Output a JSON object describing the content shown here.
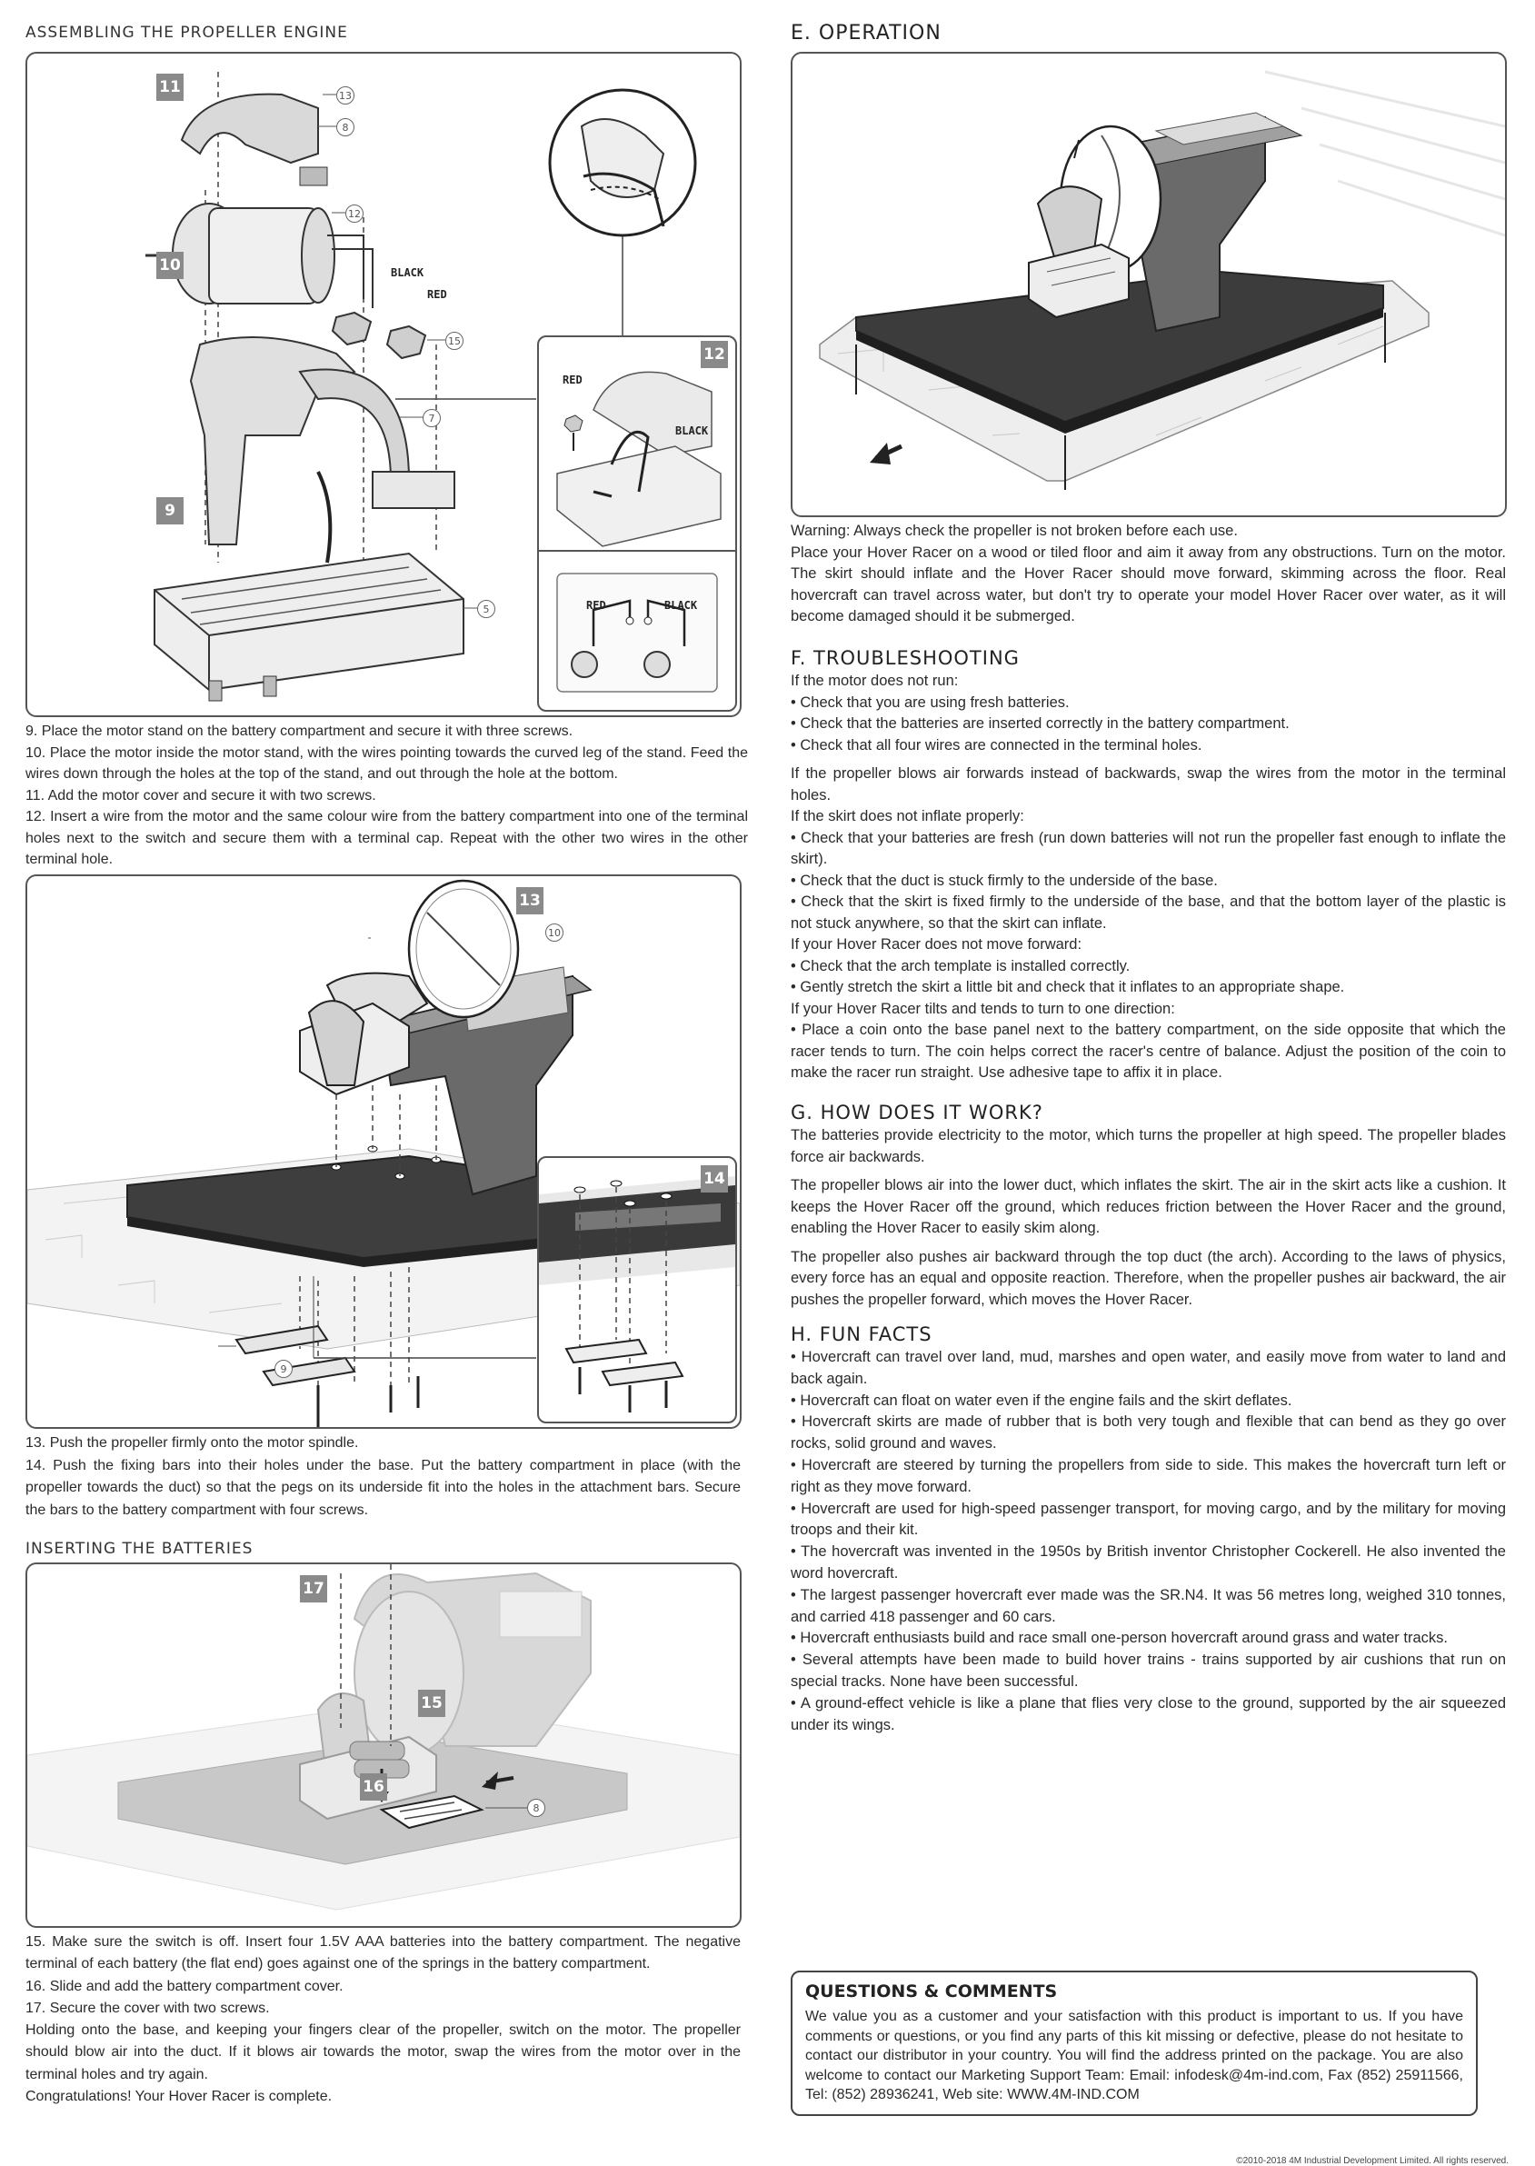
{
  "left": {
    "assembling_title": "ASSEMBLING THE PROPELLER ENGINE",
    "steps_a": [
      "9. Place the motor stand on the battery compartment and secure it with three screws.",
      "10. Place the motor inside the motor stand, with the wires pointing towards the curved leg of the stand. Feed the wires down through the holes at the top of the stand, and out through the hole at the bottom.",
      "11. Add the motor cover and secure it with two screws.",
      "12. Insert a wire from the motor and the same colour wire from the battery compartment into one of the terminal holes next to the switch and secure them with a terminal cap. Repeat with the other two wires in the other terminal hole."
    ],
    "steps_b": [
      "13. Push the propeller firmly onto the motor spindle.",
      "14. Push the fixing bars into their holes under the base. Put the battery compartment in place (with the propeller towards the duct) so that the pegs on its underside fit into the holes in the attachment bars. Secure the bars to the battery compartment with four screws."
    ],
    "inserting_title": "INSERTING THE BATTERIES",
    "steps_c": [
      "15. Make sure the switch is off. Insert four 1.5V AAA batteries into the battery compartment. The negative terminal of each battery (the flat end) goes against one of the springs in the battery compartment.",
      "16. Slide and add the battery compartment cover.",
      "17. Secure the cover with two screws.",
      "Holding onto the base, and keeping your fingers clear of the propeller, switch on the motor. The propeller should blow air into the duct. If it blows air towards the motor, swap the wires from the motor over in the terminal holes and try again.",
      "Congratulations! Your Hover Racer is complete."
    ],
    "badges": {
      "b9": "9",
      "b10": "10",
      "b11": "11",
      "b12": "12",
      "b13": "13",
      "b14": "14",
      "b15": "15",
      "b16": "16",
      "b17": "17"
    },
    "parts": {
      "p13": "13",
      "p8a": "8",
      "p12": "12",
      "p15": "15",
      "p7": "7",
      "p5": "5",
      "p10": "10",
      "p9": "9",
      "p8b": "8"
    },
    "wires": {
      "black1": "BLACK",
      "red1": "RED",
      "red2": "RED",
      "black2": "BLACK",
      "red3": "RED",
      "black3": "BLACK"
    }
  },
  "right": {
    "operation_title": "E. OPERATION",
    "operation_text": [
      "Warning: Always check the propeller is not broken before each use.",
      "Place your Hover Racer on a wood or tiled floor and aim it away from any obstructions. Turn on the motor. The skirt should inflate and the Hover Racer should move forward, skimming across the floor. Real hovercraft can travel across water, but don't try to operate your model Hover Racer over water, as it will become damaged should it be submerged."
    ],
    "trouble_title": "F. TROUBLESHOOTING",
    "trouble_text": [
      "If the motor does not run:",
      "• Check that you are using fresh batteries.",
      "• Check that the batteries are inserted correctly in the battery compartment.",
      "• Check that all four wires are connected in the terminal holes.",
      "If the propeller blows air forwards instead of backwards, swap the wires from the motor in the terminal holes.",
      "If the skirt does not inflate properly:",
      "• Check that your batteries are fresh (run down batteries will not run the propeller fast enough to inflate the skirt).",
      "• Check that the duct is stuck firmly to the underside of the base.",
      "• Check that the skirt is fixed firmly to the underside of the base, and that the bottom layer of the plastic is not stuck anywhere, so that the skirt can inflate.",
      "If your Hover Racer does not move forward:",
      "• Check that the arch template is installed correctly.",
      "• Gently stretch the skirt a little bit and check that it inflates to an appropriate shape.",
      "If your Hover Racer tilts and tends to turn to one direction:",
      "• Place a coin onto the base panel next to the battery compartment, on the side opposite that which the racer tends to turn. The coin helps correct the racer's centre of balance. Adjust the position of the coin to make the racer run straight. Use adhesive tape to affix it in place."
    ],
    "how_title": "G. HOW DOES IT WORK?",
    "how_text": [
      "The batteries provide electricity to the motor, which turns the propeller at high speed. The propeller blades force air backwards.",
      "The propeller blows air into the lower duct, which inflates the skirt. The air in the skirt acts like a cushion. It keeps the Hover Racer off the ground, which reduces friction between the Hover Racer and the ground, enabling the Hover Racer to easily skim along.",
      "The propeller also pushes air backward through the top duct (the arch). According to the laws of physics, every force has an equal and opposite reaction. Therefore, when the propeller pushes air backward, the air pushes the propeller forward, which moves the Hover Racer."
    ],
    "fun_title": "H. FUN FACTS",
    "fun_text": [
      "• Hovercraft can travel over land, mud, marshes and open water, and easily move from water to land and back again.",
      "• Hovercraft can float on water even if the engine fails and the skirt deflates.",
      "• Hovercraft skirts are made of rubber that is both very tough and flexible that can bend as they go over rocks, solid ground and waves.",
      "• Hovercraft are steered by turning the propellers from side to side. This makes the hovercraft turn left or right as they move forward.",
      "• Hovercraft are used for high-speed passenger transport, for moving cargo, and by the military for moving troops and their kit.",
      "• The hovercraft was invented in the 1950s by British inventor Christopher Cockerell. He also invented the word hovercraft.",
      "• The largest passenger hovercraft ever made was the SR.N4. It was 56 metres long, weighed 310 tonnes, and carried 418 passenger and 60 cars.",
      "• Hovercraft enthusiasts build and race small one-person hovercraft around grass and water tracks.",
      "• Several attempts have been made to build hover trains - trains supported by air cushions that run on special tracks. None have been successful.",
      "• A ground-effect vehicle is like a plane that flies very close to the ground, supported by the air squeezed under its wings."
    ],
    "questions_title": "QUESTIONS & COMMENTS",
    "questions_text": "We value you as a customer and your satisfaction with this product is important to us. If you have comments or questions, or you find any parts of this kit missing or defective, please do not hesitate to contact our distributor in your country. You will find the address printed on the package. You are also welcome to contact our Marketing Support Team: Email: infodesk@4m-ind.com, Fax (852) 25911566, Tel: (852) 28936241, Web site: WWW.4M-IND.COM",
    "copyright": "©2010-2018 4M Industrial Development Limited. All rights reserved."
  }
}
